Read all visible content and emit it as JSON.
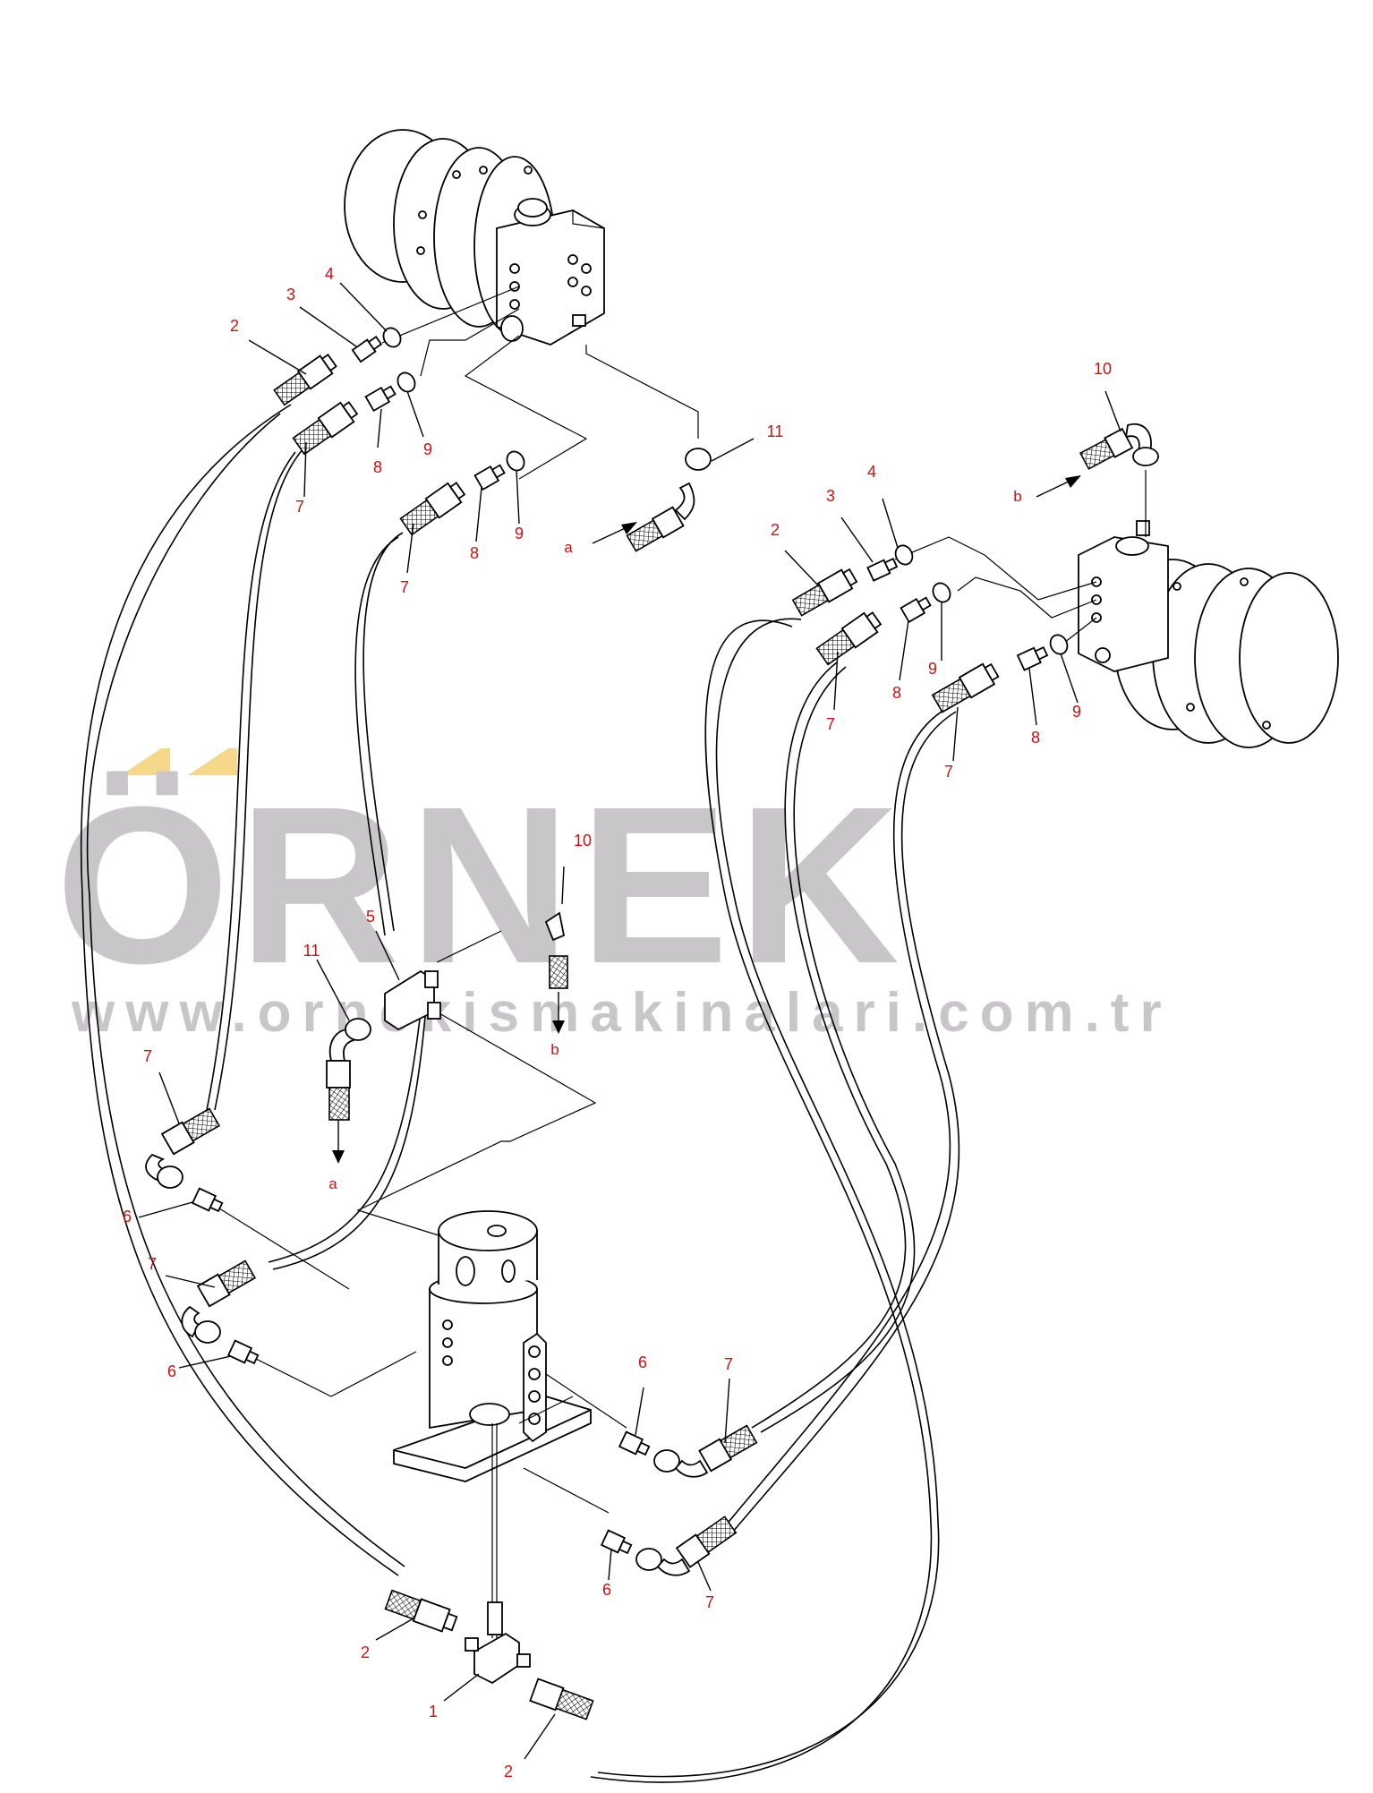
{
  "watermark": {
    "brand": "ÖRNEK",
    "url": "www.ornekismakinalari.com.tr",
    "accent_color": "#f6d88a",
    "text_color": "#c9c6ca"
  },
  "callout_color": "#cc1111",
  "callouts": {
    "c1": "1",
    "c2a": "2",
    "c2b": "2",
    "c2c": "2",
    "c2d": "2",
    "c3a": "3",
    "c3b": "3",
    "c4a": "4",
    "c4b": "4",
    "c5": "5",
    "c6a": "6",
    "c6b": "6",
    "c6c": "6",
    "c6d": "6",
    "c7a": "7",
    "c7b": "7",
    "c7c": "7",
    "c7d": "7",
    "c7e": "7",
    "c7f": "7",
    "c7g": "7",
    "c7h": "7",
    "c8a": "8",
    "c8b": "8",
    "c8c": "8",
    "c8d": "8",
    "c9a": "9",
    "c9b": "9",
    "c9c": "9",
    "c9d": "9",
    "c10a": "10",
    "c10b": "10",
    "c11a": "11",
    "c11b": "11"
  },
  "flow_labels": {
    "a_top": "a",
    "b_top": "b",
    "b_mid": "b",
    "a_mid": "a"
  },
  "components": {
    "left_motor": "travel-motor-left",
    "right_motor": "travel-motor-right",
    "swivel_joint": "center-swivel-joint"
  }
}
